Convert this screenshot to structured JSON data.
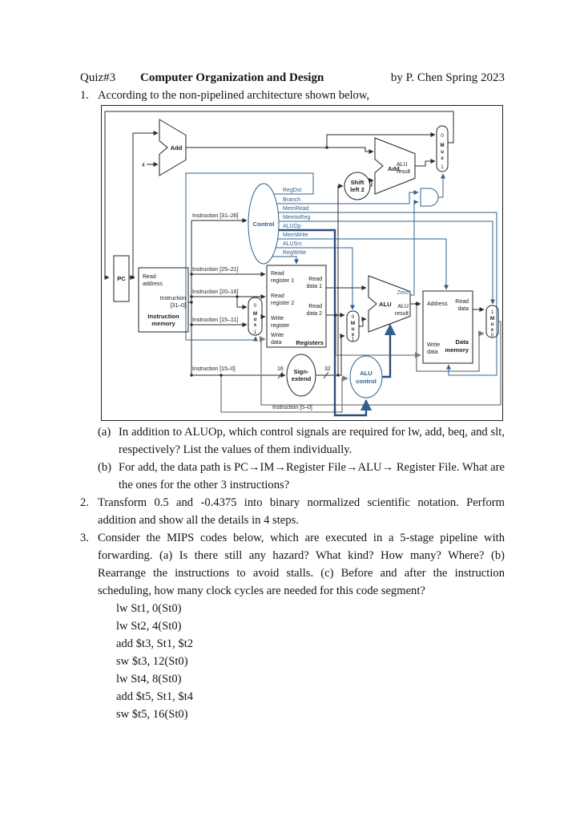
{
  "header": {
    "quiz_no": "Quiz#3",
    "title": "Computer Organization and Design",
    "byline": "by P. Chen Spring 2023"
  },
  "questions": {
    "q1": {
      "num": "1.",
      "text": "According to the non-pipelined architecture shown below,"
    },
    "q1a": {
      "num": "(a)",
      "text": "In addition to ALUOp, which control signals are required for lw, add, beq, and slt, respectively? List the values of them individually."
    },
    "q1b": {
      "num": "(b)",
      "text": "For add, the data path is PC→IM→Register File→ALU→ Register File. What are the ones for the other 3 instructions?"
    },
    "q2": {
      "num": "2.",
      "text": "Transform 0.5 and -0.4375 into binary normalized scientific notation. Perform addition and show all the details in 4 steps."
    },
    "q3": {
      "num": "3.",
      "text": "Consider the MIPS codes below, which are executed in a 5-stage pipeline with forwarding. (a) Is there still any hazard? What kind? How many? Where? (b) Rearrange the instructions to avoid stalls. (c) Before and after the instruction scheduling, how many clock cycles are needed for this code segment?"
    },
    "code": [
      "lw St1, 0(St0)",
      "lw St2, 4(St0)",
      "add $t3, St1, $t2",
      "sw $t3, 12(St0)",
      "lw St4, 8(St0)",
      "add $t5, St1, $t4",
      "sw $t5, 16(St0)"
    ]
  },
  "diagram": {
    "colors": {
      "control_blue": "#31608f",
      "line_black": "#2a2a2a",
      "line_gray": "#7b7b7b"
    },
    "labels": {
      "add": "Add",
      "four": "4",
      "pc": "PC",
      "read": "Read",
      "write": "Write",
      "data": "data",
      "address": "address",
      "instruction": "Instruction",
      "i31_0": "[31–0]",
      "memory": "memory",
      "i31_26": "Instruction [31–26]",
      "i25_21": "Instruction [25–21]",
      "i20_16": "Instruction [20–16]",
      "i15_11": "Instruction [15–11]",
      "i15_0": "Instruction [15–0]",
      "i5_0": "Instruction [5–0]",
      "control": "Control",
      "shift1": "Shift",
      "shift2": "left 2",
      "alu": "ALU",
      "result": "result",
      "zero": "Zero",
      "register1": "register 1",
      "register2": "register 2",
      "register": "register",
      "data1": "data 1",
      "data2": "data 2",
      "registers": "Registers",
      "sign1": "Sign-",
      "sign2": "extend",
      "n16": "16",
      "n32": "32",
      "aluctl2": "control",
      "dm_address": "Address",
      "dm_name1": "Data"
    },
    "signals": [
      "RegDst",
      "Branch",
      "MemRead",
      "MemtoReg",
      "ALUOp",
      "MemWrite",
      "ALUSrc",
      "RegWrite"
    ],
    "mux": {
      "m": "M",
      "u": "u",
      "x": "x",
      "zero": "0",
      "one": "1"
    }
  }
}
